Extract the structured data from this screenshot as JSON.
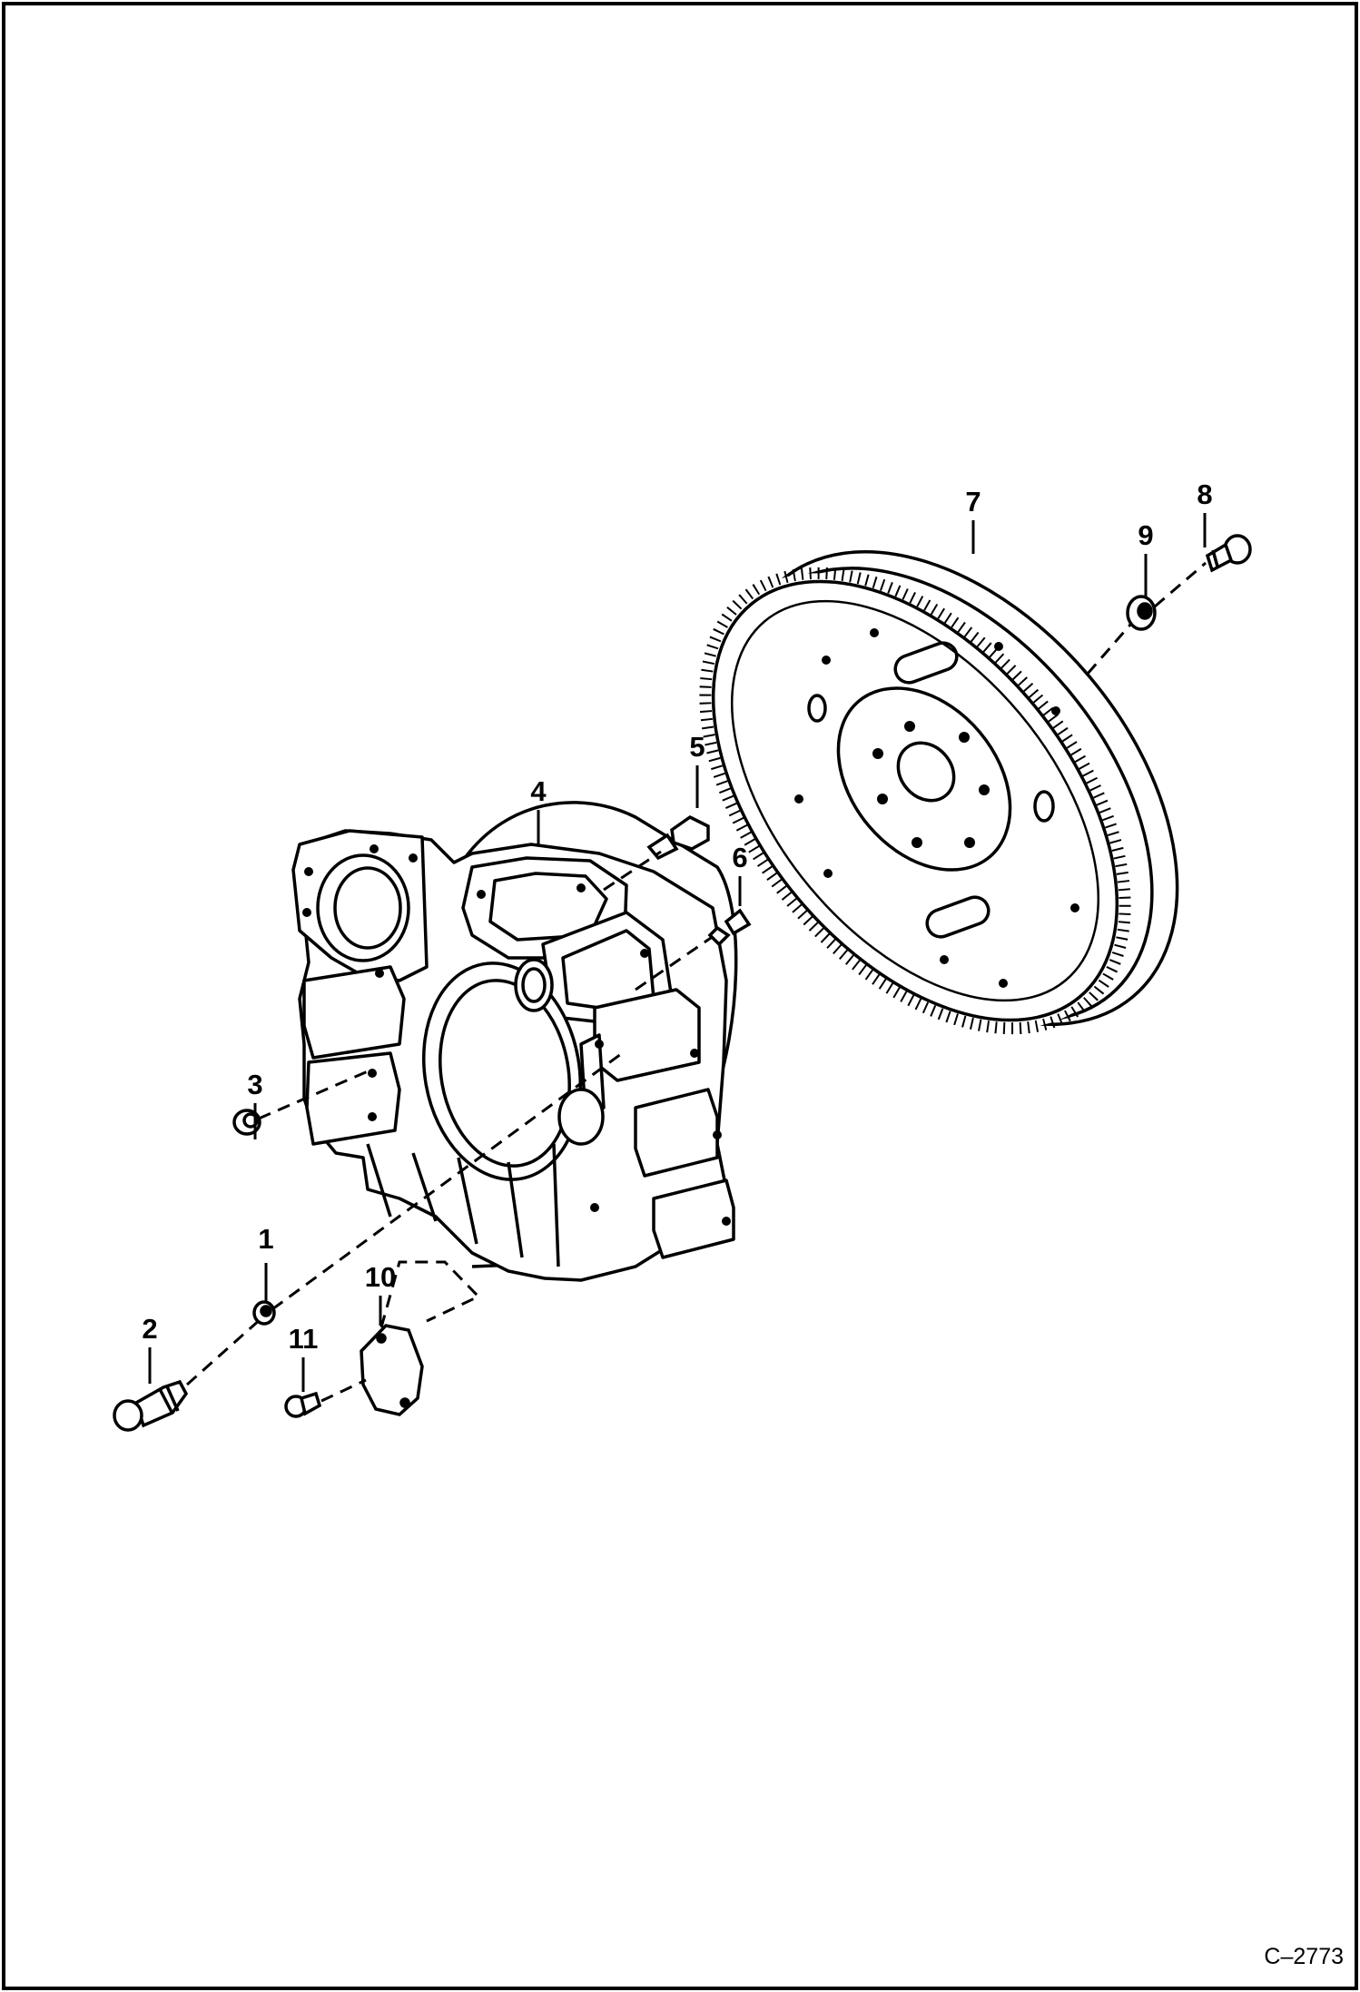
{
  "diagram": {
    "callouts": [
      {
        "id": "1",
        "label": "1"
      },
      {
        "id": "2",
        "label": "2"
      },
      {
        "id": "3",
        "label": "3"
      },
      {
        "id": "4",
        "label": "4"
      },
      {
        "id": "5",
        "label": "5"
      },
      {
        "id": "6",
        "label": "6"
      },
      {
        "id": "7",
        "label": "7"
      },
      {
        "id": "8",
        "label": "8"
      },
      {
        "id": "9",
        "label": "9"
      },
      {
        "id": "10",
        "label": "10"
      },
      {
        "id": "11",
        "label": "11"
      }
    ],
    "figure_ref": "C–2773"
  }
}
